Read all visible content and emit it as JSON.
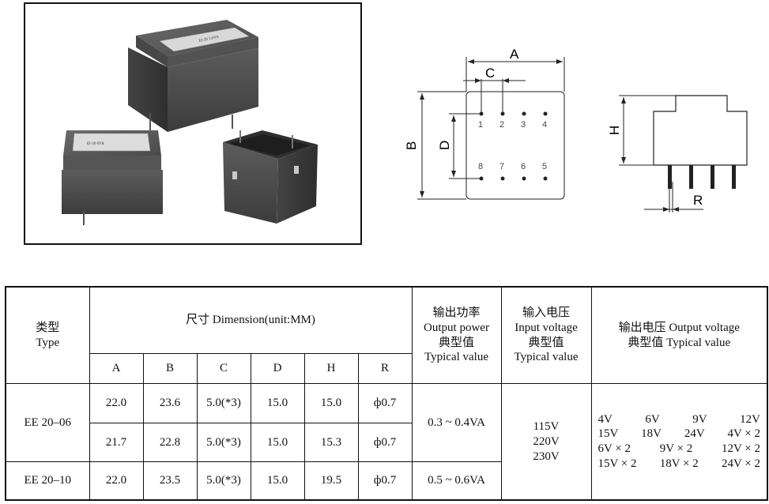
{
  "drawing": {
    "dim_a": "A",
    "dim_b": "B",
    "dim_c": "C",
    "dim_d": "D",
    "dim_h": "H",
    "dim_r": "R",
    "pins_top": [
      "1",
      "2",
      "3",
      "4"
    ],
    "pins_bottom": [
      "8",
      "7",
      "6",
      "5"
    ]
  },
  "photo": {
    "label_small": "EI-20 6VA",
    "label_large": "EI-20 1.0VA"
  },
  "table": {
    "type_zh": "类型",
    "type_en": "Type",
    "dimension_header": "尺寸 Dimension(unit:MM)",
    "power_zh": "输出功率",
    "power_en": "Output power",
    "power_typ_zh": "典型值",
    "power_typ_en": "Typical value",
    "input_zh": "输入电压",
    "input_en": "Input voltage",
    "input_typ_zh": "典型值",
    "input_typ_en": "Typical value",
    "output_line1": "输出电压 Output voltage",
    "output_line2": "典型值 Typical value",
    "columns": [
      "A",
      "B",
      "C",
      "D",
      "H",
      "R"
    ],
    "rows": [
      {
        "type": "EE 20–06",
        "cells": [
          "22.0",
          "23.6",
          "5.0(*3)",
          "15.0",
          "15.0",
          "ф0.7"
        ]
      },
      {
        "type": "",
        "cells": [
          "21.7",
          "22.8",
          "5.0(*3)",
          "15.0",
          "15.3",
          "ф0.7"
        ]
      },
      {
        "type": "EE 20–10",
        "cells": [
          "22.0",
          "23.5",
          "5.0(*3)",
          "15.0",
          "19.5",
          "ф0.7"
        ]
      }
    ],
    "power_values": [
      "0.3 ~ 0.4VA",
      "0.5 ~ 0.6VA"
    ],
    "input_values": [
      "115V",
      "220V",
      "230V"
    ],
    "output_values": [
      [
        "4V",
        "6V",
        "9V",
        "12V"
      ],
      [
        "15V",
        "18V",
        "24V",
        "4V × 2"
      ],
      [
        "6V × 2",
        "9V × 2",
        "12V × 2"
      ],
      [
        "15V × 2",
        "18V × 2",
        "24V × 2"
      ]
    ]
  }
}
